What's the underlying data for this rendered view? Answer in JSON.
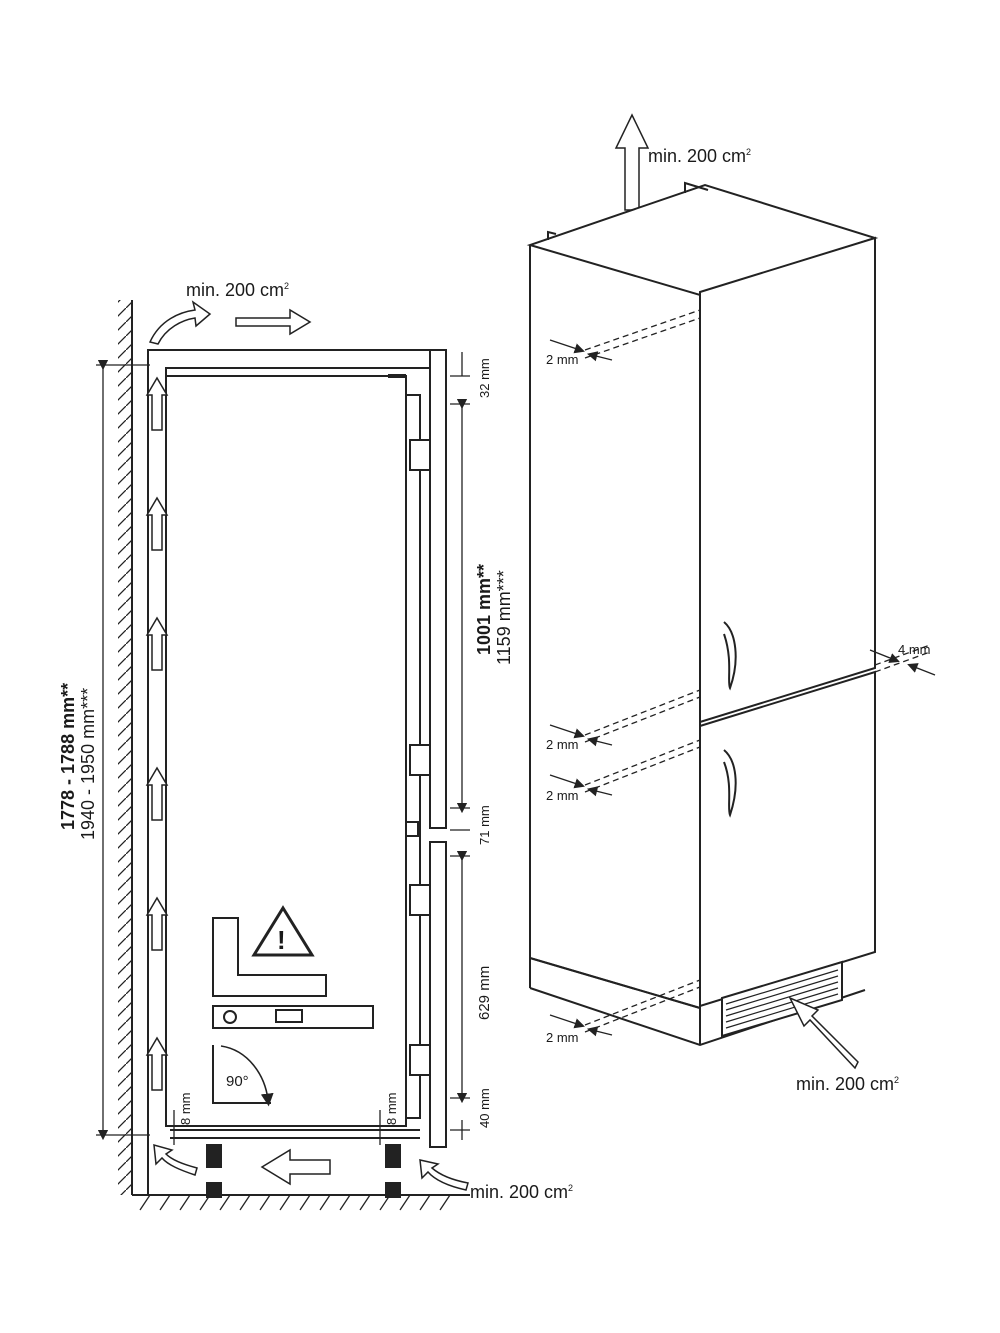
{
  "side_view": {
    "top_vent": {
      "text": "min. 200 cm",
      "sup": "2"
    },
    "bottom_vent": {
      "text": "min. 200 cm",
      "sup": "2"
    },
    "height_primary": "1778 - 1788 mm**",
    "height_secondary": "1940 - 1950 mm***",
    "dim_top_gap": "32 mm",
    "dim_fridge_door_primary": "1001 mm**",
    "dim_fridge_door_secondary": "1159 mm***",
    "dim_middle_gap": "71 mm",
    "dim_freezer_door": "629 mm",
    "dim_bottom_gap": "40 mm",
    "plinth_left": "8 mm",
    "plinth_right": "8 mm",
    "angle": "90°",
    "warning_symbol": "!"
  },
  "iso_view": {
    "top_vent": {
      "text": "min. 200 cm",
      "sup": "2"
    },
    "bottom_vent": {
      "text": "min. 200 cm",
      "sup": "2"
    },
    "gap_top": "2 mm",
    "gap_right": "4 mm",
    "gap_mid1": "2 mm",
    "gap_mid2": "2 mm",
    "gap_bottom": "2 mm"
  },
  "icons": {
    "warning": "warning-triangle-icon",
    "spirit_level": "spirit-level-icon",
    "square": "carpenter-square-icon"
  }
}
